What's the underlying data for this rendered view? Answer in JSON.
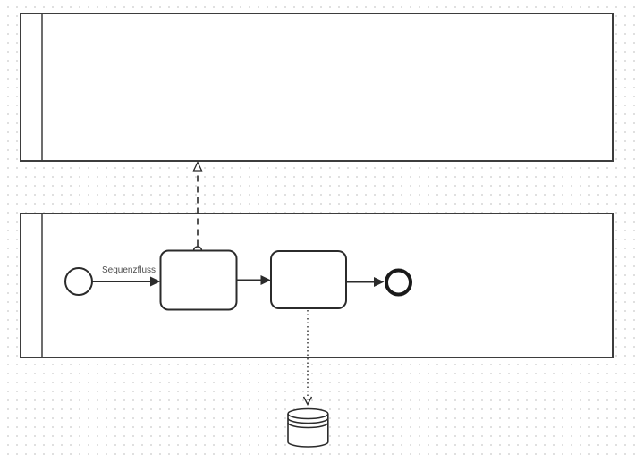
{
  "canvas": {
    "background": "#ffffff",
    "grid_dot_color": "#dedede",
    "pool_stroke": "#3d3d3d",
    "element_stroke": "#2b2b2b",
    "end_event_stroke": "#1a1a1a",
    "label_color": "#4d4d4d"
  },
  "diagram": {
    "type": "bpmn-collaboration",
    "pools": [
      {
        "id": "pool-top",
        "position": "top",
        "has_header_band": true
      },
      {
        "id": "pool-bottom",
        "position": "bottom",
        "has_header_band": true
      }
    ],
    "nodes": [
      {
        "id": "start-event",
        "type": "start-event"
      },
      {
        "id": "task-1",
        "type": "task"
      },
      {
        "id": "task-2",
        "type": "task"
      },
      {
        "id": "end-event",
        "type": "end-event"
      },
      {
        "id": "data-store",
        "type": "data-store"
      }
    ],
    "edges": [
      {
        "id": "sequence-flow-1",
        "type": "sequence-flow",
        "from": "start-event",
        "to": "task-1",
        "label": "Sequenzfluss"
      },
      {
        "id": "sequence-flow-2",
        "type": "sequence-flow",
        "from": "task-1",
        "to": "task-2"
      },
      {
        "id": "sequence-flow-3",
        "type": "sequence-flow",
        "from": "task-2",
        "to": "end-event"
      },
      {
        "id": "message-flow-1",
        "type": "message-flow",
        "from": "task-1",
        "to": "pool-top"
      },
      {
        "id": "data-association-1",
        "type": "data-association",
        "from": "task-2",
        "to": "data-store"
      }
    ]
  }
}
